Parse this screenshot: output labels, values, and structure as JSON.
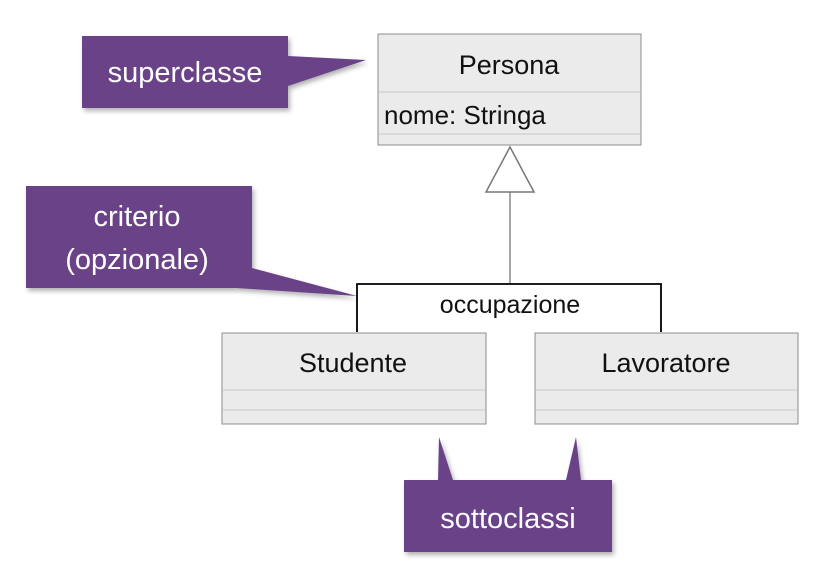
{
  "colors": {
    "class_fill": "#ebebeb",
    "class_border": "#8c8c8c",
    "compartment_line": "#c4c4c4",
    "callout_fill": "#6a4388",
    "callout_text": "#ffffff",
    "generalization_line": "#888888",
    "criterion_line": "#000000"
  },
  "classes": {
    "persona": {
      "name": "Persona",
      "attribute": "nome: Stringa"
    },
    "studente": {
      "name": "Studente"
    },
    "lavoratore": {
      "name": "Lavoratore"
    }
  },
  "generalization": {
    "criterion": "occupazione"
  },
  "callouts": {
    "superclass": {
      "label": "superclasse"
    },
    "criterion": {
      "line1": "criterio",
      "line2": "(opzionale)"
    },
    "subclasses": {
      "label": "sottoclassi"
    }
  }
}
